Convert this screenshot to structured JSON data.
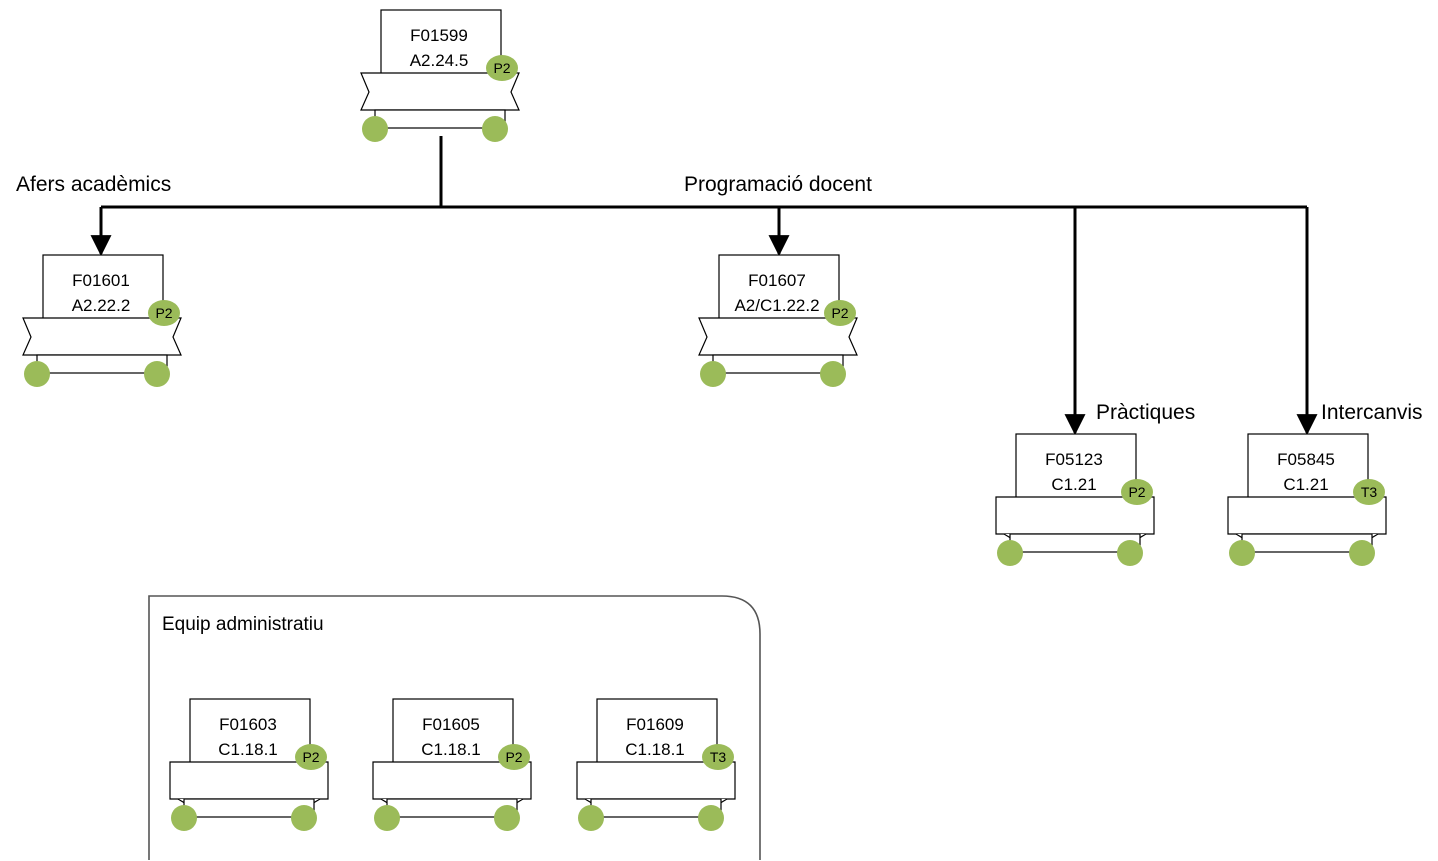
{
  "colors": {
    "badge": "#9bbb59",
    "line": "#000000",
    "box_border": "#000000",
    "box_fill": "#ffffff"
  },
  "branch_labels": {
    "afers": "Afers acadèmics",
    "programacio": "Programació docent",
    "practiques": "Pràctiques",
    "intercanvis": "Intercanvis"
  },
  "group": {
    "title": "Equip administratiu"
  },
  "nodes": {
    "f01599": {
      "code": "F01599",
      "level": "A2.24.5",
      "badge": "P2"
    },
    "f01601": {
      "code": "F01601",
      "level": "A2.22.2",
      "badge": "P2"
    },
    "f01607": {
      "code": "F01607",
      "level": "A2/C1.22.2",
      "badge": "P2"
    },
    "f05123": {
      "code": "F05123",
      "level": "C1.21",
      "badge": "P2"
    },
    "f05845": {
      "code": "F05845",
      "level": "C1.21",
      "badge": "T3"
    },
    "f01603": {
      "code": "F01603",
      "level": "C1.18.1",
      "badge": "P2"
    },
    "f01605": {
      "code": "F01605",
      "level": "C1.18.1",
      "badge": "P2"
    },
    "f01609": {
      "code": "F01609",
      "level": "C1.18.1",
      "badge": "T3"
    }
  }
}
